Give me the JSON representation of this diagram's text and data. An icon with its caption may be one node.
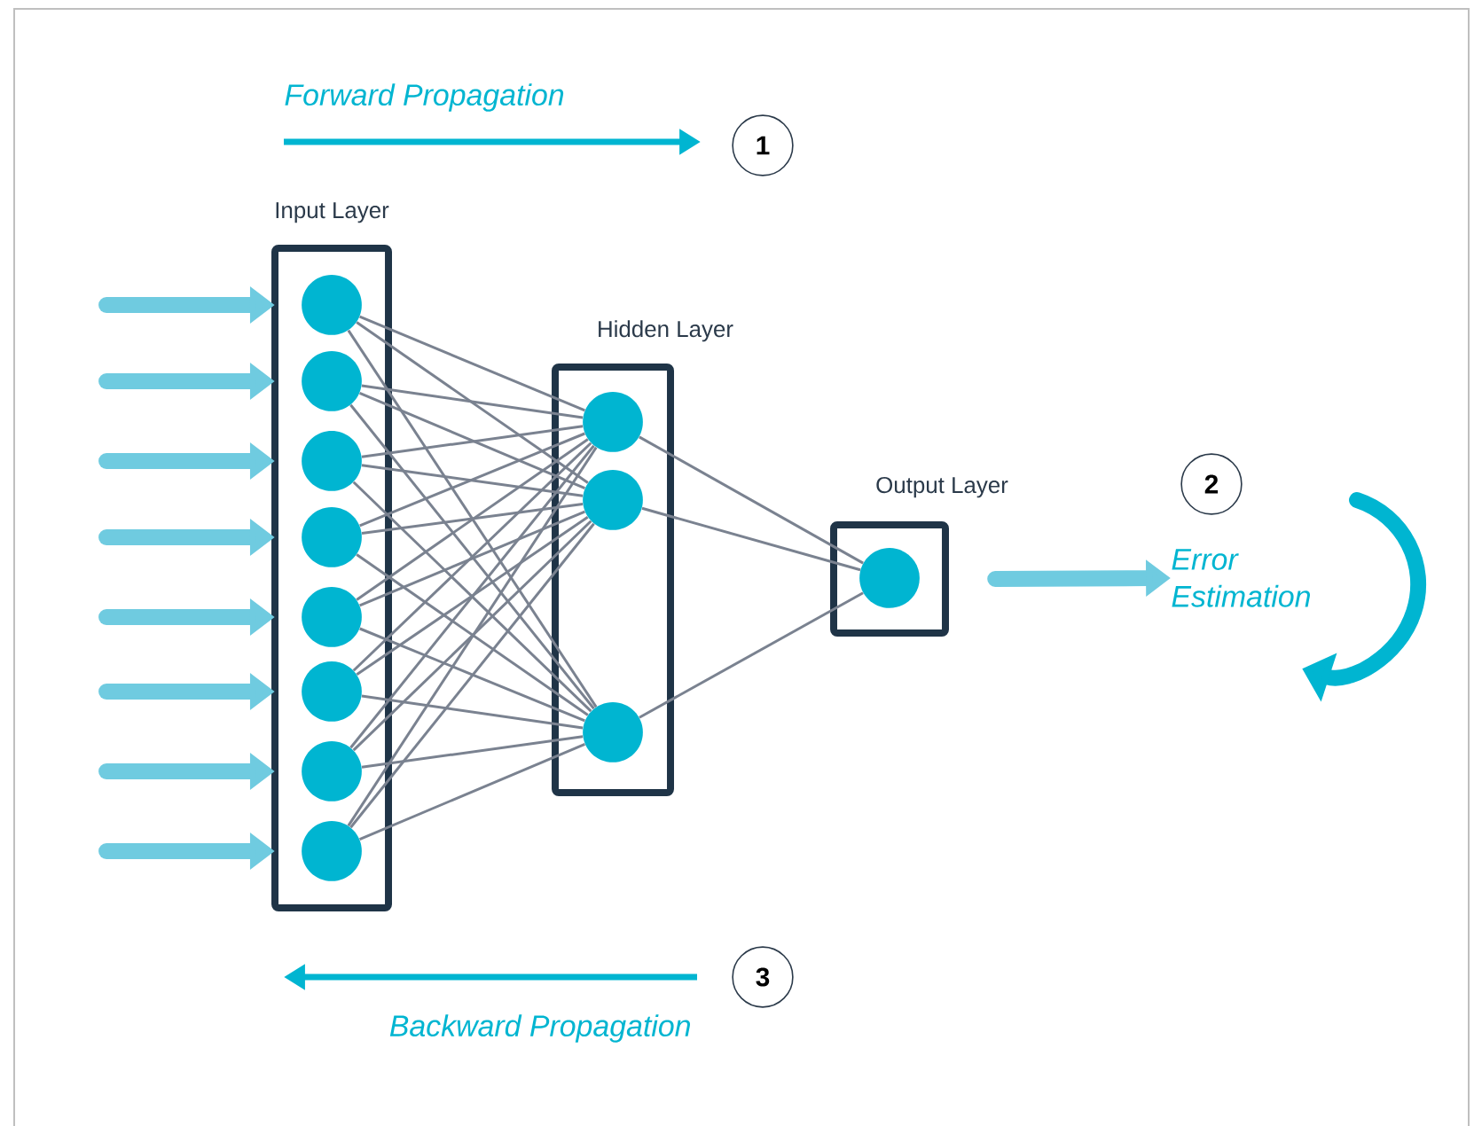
{
  "diagram": {
    "nodes": [
      {
        "text": [
          "Input Layer"
        ]
      },
      {
        "text": [],
        "shape": "circle",
        "in": 0
      },
      {
        "text": [],
        "shape": "circle",
        "in": 0
      },
      {
        "text": [],
        "shape": "circle",
        "in": 0
      },
      {
        "text": [],
        "shape": "circle",
        "in": 0
      },
      {
        "text": [],
        "shape": "circle",
        "in": 0
      },
      {
        "text": [],
        "shape": "circle",
        "in": 0
      },
      {
        "text": [],
        "shape": "circle",
        "in": 0
      },
      {
        "text": [],
        "shape": "circle",
        "in": 0
      },
      {
        "text": [
          "Hidden Layer"
        ]
      },
      {
        "text": [],
        "shape": "circle",
        "in": 9
      },
      {
        "text": [],
        "shape": "circle",
        "in": 9
      },
      {
        "text": [],
        "shape": "circle",
        "in": 9
      },
      {
        "text": [
          "Output Layer"
        ]
      },
      {
        "text": [],
        "shape": "circle",
        "in": 13
      },
      {
        "text": [
          "1"
        ]
      },
      {
        "text": [
          "2"
        ]
      },
      {
        "text": [
          "Error Estimation"
        ]
      },
      {
        "text": [
          "3"
        ]
      }
    ],
    "edges": [
      {
        "from": null,
        "to": 0,
        "arrow": "to",
        "style": "thick",
        "color": "#6fcbe0"
      },
      {
        "from": null,
        "to": 0,
        "arrow": "to",
        "style": "thick",
        "color": "#6fcbe0"
      },
      {
        "from": null,
        "to": 0,
        "arrow": "to",
        "style": "thick",
        "color": "#6fcbe0"
      },
      {
        "from": null,
        "to": 0,
        "arrow": "to",
        "style": "thick",
        "color": "#6fcbe0"
      },
      {
        "from": null,
        "to": 0,
        "arrow": "to",
        "style": "thick",
        "color": "#6fcbe0"
      },
      {
        "from": null,
        "to": 0,
        "arrow": "to",
        "style": "thick",
        "color": "#6fcbe0"
      },
      {
        "from": null,
        "to": 0,
        "arrow": "to",
        "style": "thick",
        "color": "#6fcbe0"
      },
      {
        "from": null,
        "to": 0,
        "arrow": "to",
        "style": "thick",
        "color": "#6fcbe0"
      },
      {
        "from": 1,
        "to": 10,
        "arrow": "none"
      },
      {
        "from": 1,
        "to": 11,
        "arrow": "none"
      },
      {
        "from": 1,
        "to": 12,
        "arrow": "none"
      },
      {
        "from": 2,
        "to": 10,
        "arrow": "none"
      },
      {
        "from": 2,
        "to": 11,
        "arrow": "none"
      },
      {
        "from": 2,
        "to": 12,
        "arrow": "none"
      },
      {
        "from": 3,
        "to": 10,
        "arrow": "none"
      },
      {
        "from": 3,
        "to": 11,
        "arrow": "none"
      },
      {
        "from": 3,
        "to": 12,
        "arrow": "none"
      },
      {
        "from": 4,
        "to": 10,
        "arrow": "none"
      },
      {
        "from": 4,
        "to": 11,
        "arrow": "none"
      },
      {
        "from": 4,
        "to": 12,
        "arrow": "none"
      },
      {
        "from": 5,
        "to": 10,
        "arrow": "none"
      },
      {
        "from": 5,
        "to": 11,
        "arrow": "none"
      },
      {
        "from": 5,
        "to": 12,
        "arrow": "none"
      },
      {
        "from": 6,
        "to": 10,
        "arrow": "none"
      },
      {
        "from": 6,
        "to": 11,
        "arrow": "none"
      },
      {
        "from": 6,
        "to": 12,
        "arrow": "none"
      },
      {
        "from": 7,
        "to": 10,
        "arrow": "none"
      },
      {
        "from": 7,
        "to": 11,
        "arrow": "none"
      },
      {
        "from": 7,
        "to": 12,
        "arrow": "none"
      },
      {
        "from": 8,
        "to": 10,
        "arrow": "none"
      },
      {
        "from": 8,
        "to": 11,
        "arrow": "none"
      },
      {
        "from": 8,
        "to": 12,
        "arrow": "none"
      },
      {
        "from": 10,
        "to": 14,
        "arrow": "none"
      },
      {
        "from": 11,
        "to": 14,
        "arrow": "none"
      },
      {
        "from": 12,
        "to": 14,
        "arrow": "none"
      },
      {
        "from": 13,
        "to": 17,
        "arrow": "to",
        "style": "thick",
        "color": "#6fcbe0"
      }
    ],
    "labels": [
      "Forward Propagation",
      "Backward Propagation"
    ]
  }
}
